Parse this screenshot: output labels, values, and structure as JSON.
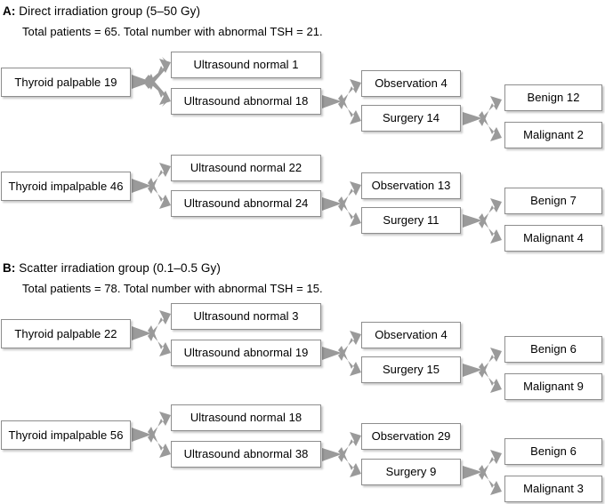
{
  "figure": {
    "background_color": "#ffffff",
    "box_border_color": "#8d8d8d",
    "arrow_color": "#9a9a9a",
    "text_color": "#000000"
  },
  "sections": [
    {
      "letter": "A:",
      "title": " Direct irradiation group (5–50 Gy)",
      "subtitle": "Total patients = 65. Total number with abnormal TSH = 21.",
      "branches": [
        {
          "root": "Thyroid palpable 19",
          "ultrasound_normal": "Ultrasound normal 1",
          "ultrasound_abnormal": "Ultrasound abnormal 18",
          "observation": "Observation 4",
          "surgery": "Surgery 14",
          "benign": "Benign 12",
          "malignant": "Malignant 2"
        },
        {
          "root": "Thyroid impalpable 46",
          "ultrasound_normal": "Ultrasound normal 22",
          "ultrasound_abnormal": "Ultrasound abnormal 24",
          "observation": "Observation 13",
          "surgery": "Surgery 11",
          "benign": "Benign 7",
          "malignant": "Malignant 4"
        }
      ]
    },
    {
      "letter": "B:",
      "title": " Scatter irradiation group (0.1–0.5 Gy)",
      "subtitle": "Total patients = 78. Total number with abnormal TSH = 15.",
      "branches": [
        {
          "root": "Thyroid palpable 22",
          "ultrasound_normal": "Ultrasound normal 3",
          "ultrasound_abnormal": "Ultrasound abnormal 19",
          "observation": "Observation 4",
          "surgery": "Surgery 15",
          "benign": "Benign 6",
          "malignant": "Malignant 9"
        },
        {
          "root": "Thyroid impalpable 56",
          "ultrasound_normal": "Ultrasound normal 18",
          "ultrasound_abnormal": "Ultrasound abnormal 38",
          "observation": "Observation 29",
          "surgery": "Surgery 9",
          "benign": "Benign 6",
          "malignant": "Malignant 3"
        }
      ]
    }
  ]
}
